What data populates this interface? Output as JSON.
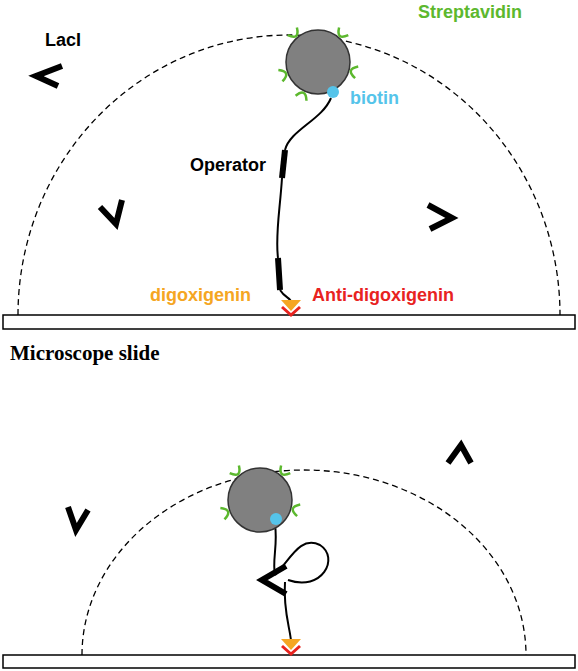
{
  "diagram": {
    "labels": [
      "LacI",
      "Streptavidin",
      "biotin",
      "Operator",
      "digoxigenin",
      "Anti-digoxigenin",
      "Microscope slide"
    ]
  }
}
